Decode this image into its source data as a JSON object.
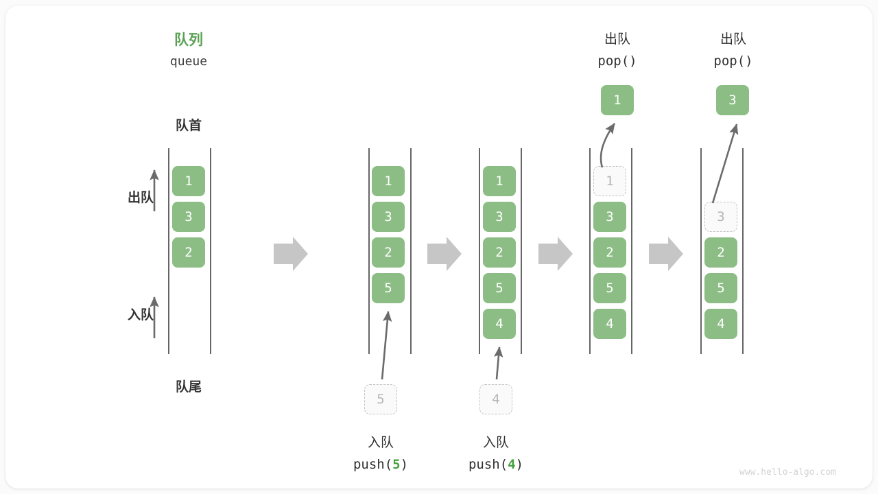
{
  "diagram": {
    "title_cn": "队列",
    "title_en": "queue",
    "front_label": "队首",
    "rear_label": "队尾",
    "dequeue_label": "出队",
    "enqueue_label": "入队",
    "watermark": "www.hello-algo.com",
    "colors": {
      "node_green": "#8cbd85",
      "title_green": "#5aa154",
      "code_green": "#46a03f",
      "ghost_border": "#c2c2c2",
      "ghost_text": "#b5b5b5",
      "rail": "#4a4a4a",
      "flow_arrow": "#c6c6c6",
      "text": "#2f2f2f",
      "card_bg": "#ffffff",
      "page_bg": "#fbfbfb"
    }
  },
  "stages": [
    {
      "id": "stage-initial",
      "items": [
        "1",
        "3",
        "2"
      ],
      "ghosts": [],
      "caption_cn": "",
      "caption_code": ""
    },
    {
      "id": "stage-push-5",
      "items": [
        "1",
        "3",
        "2",
        "5"
      ],
      "ghosts": [
        "5"
      ],
      "caption_cn": "入队",
      "caption_code": "push(5)",
      "caption_code_prefix": "push(",
      "caption_code_num": "5",
      "caption_code_suffix": ")"
    },
    {
      "id": "stage-push-4",
      "items": [
        "1",
        "3",
        "2",
        "5",
        "4"
      ],
      "ghosts": [
        "4"
      ],
      "caption_cn": "入队",
      "caption_code": "push(4)",
      "caption_code_prefix": "push(",
      "caption_code_num": "4",
      "caption_code_suffix": ")"
    },
    {
      "id": "stage-pop-1",
      "items": [
        "3",
        "2",
        "5",
        "4"
      ],
      "ghosts": [
        "1"
      ],
      "popped_value": "1",
      "caption_cn": "出队",
      "caption_code": "pop()"
    },
    {
      "id": "stage-pop-3",
      "items": [
        "2",
        "5",
        "4"
      ],
      "ghosts": [
        "3"
      ],
      "popped_value": "3",
      "caption_cn": "出队",
      "caption_code": "pop()"
    }
  ],
  "flow_arrows": {
    "count": 4,
    "glyph": "arrow-right"
  },
  "side_arrows": [
    {
      "name": "dequeue-direction-arrow",
      "label": "出队"
    },
    {
      "name": "enqueue-direction-arrow",
      "label": "入队"
    }
  ]
}
